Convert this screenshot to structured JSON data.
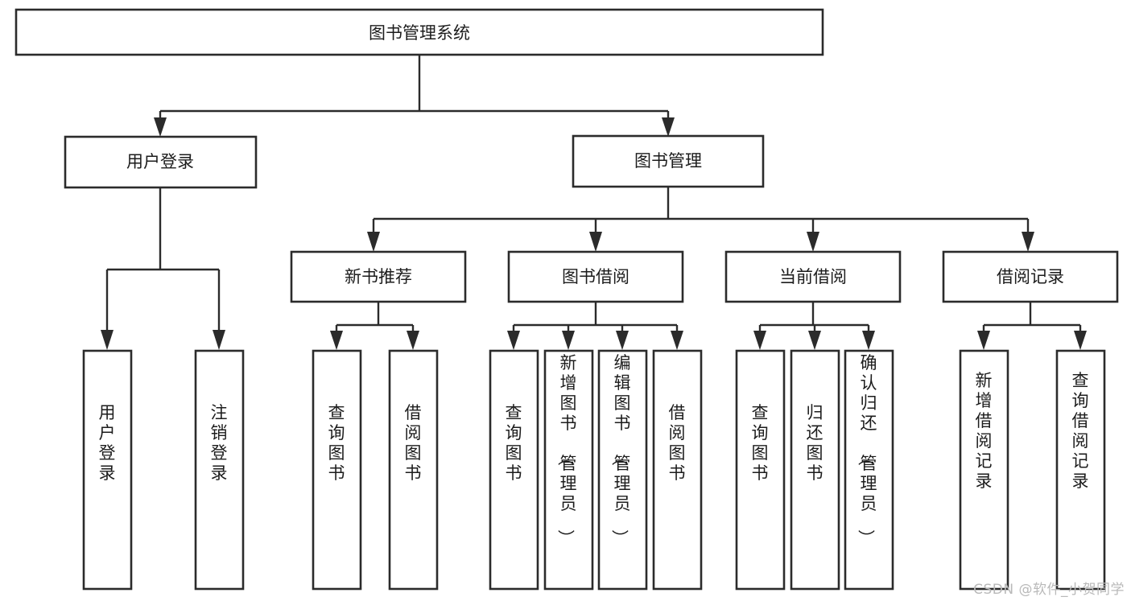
{
  "diagram": {
    "type": "tree-hierarchy-diagram",
    "title": "图书管理系统",
    "watermark": "CSDN @软件_小贺同学",
    "colors": {
      "box_stroke": "#2b2b2b",
      "box_fill": "#ffffff",
      "text": "#1c1c1c",
      "background": "#ffffff",
      "watermark": "#b9b9b9"
    },
    "root": {
      "label": "图书管理系统",
      "orientation": "horizontal"
    },
    "level1": [
      {
        "id": "user-login",
        "label": "用户登录",
        "orientation": "horizontal"
      },
      {
        "id": "book-manage",
        "label": "图书管理",
        "orientation": "horizontal"
      }
    ],
    "level2": [
      {
        "id": "new-book-recommend",
        "label": "新书推荐",
        "orientation": "horizontal",
        "parent": "book-manage"
      },
      {
        "id": "book-borrow",
        "label": "图书借阅",
        "orientation": "horizontal",
        "parent": "book-manage"
      },
      {
        "id": "current-borrow",
        "label": "当前借阅",
        "orientation": "horizontal",
        "parent": "book-manage"
      },
      {
        "id": "borrow-record",
        "label": "借阅记录",
        "orientation": "horizontal",
        "parent": "book-manage"
      }
    ],
    "leaves": [
      {
        "id": "leaf-user-login",
        "label": "用户登录",
        "parent": "user-login",
        "orientation": "vertical"
      },
      {
        "id": "leaf-user-logout",
        "label": "注销登录",
        "parent": "user-login",
        "orientation": "vertical"
      },
      {
        "id": "leaf-query-book-1",
        "label": "查询图书",
        "parent": "new-book-recommend",
        "orientation": "vertical"
      },
      {
        "id": "leaf-borrow-book-1",
        "label": "借阅图书",
        "parent": "new-book-recommend",
        "orientation": "vertical"
      },
      {
        "id": "leaf-query-book-2",
        "label": "查询图书",
        "parent": "book-borrow",
        "orientation": "vertical"
      },
      {
        "id": "leaf-add-book",
        "label": "新增图书（管理员）",
        "parent": "book-borrow",
        "orientation": "vertical"
      },
      {
        "id": "leaf-edit-book",
        "label": "编辑图书（管理员）",
        "parent": "book-borrow",
        "orientation": "vertical"
      },
      {
        "id": "leaf-borrow-book-2",
        "label": "借阅图书",
        "parent": "book-borrow",
        "orientation": "vertical"
      },
      {
        "id": "leaf-query-book-3",
        "label": "查询图书",
        "parent": "current-borrow",
        "orientation": "vertical"
      },
      {
        "id": "leaf-return-book",
        "label": "归还图书",
        "parent": "current-borrow",
        "orientation": "vertical"
      },
      {
        "id": "leaf-confirm-return",
        "label": "确认归还（管理员）",
        "parent": "current-borrow",
        "orientation": "vertical"
      },
      {
        "id": "leaf-add-record",
        "label": "新增借阅记录",
        "parent": "borrow-record",
        "orientation": "vertical"
      },
      {
        "id": "leaf-query-record",
        "label": "查询借阅记录",
        "parent": "borrow-record",
        "orientation": "vertical"
      }
    ]
  }
}
